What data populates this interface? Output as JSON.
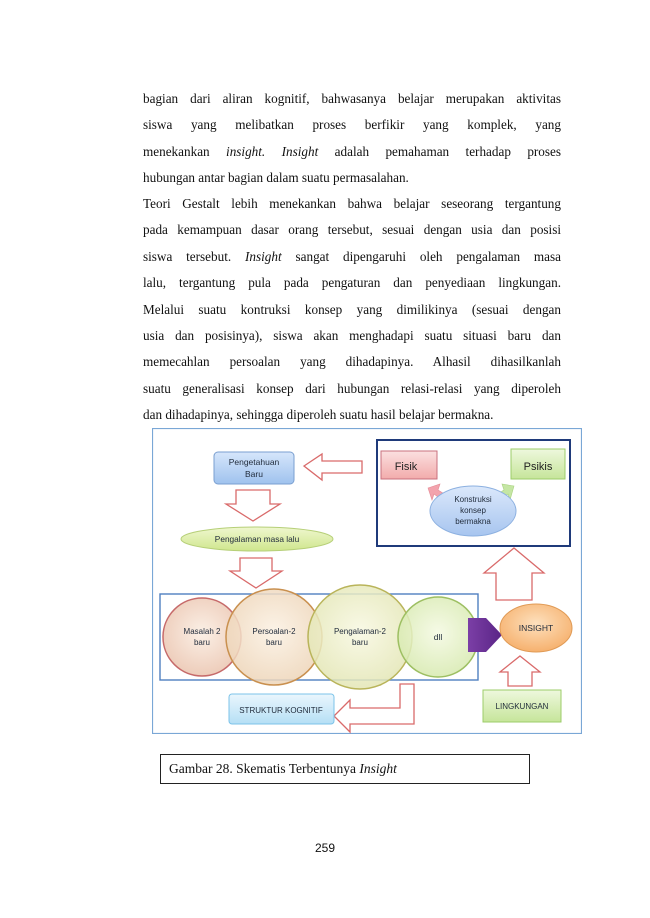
{
  "paragraph1": {
    "lines": [
      "bagian dari aliran kognitif, bahwasanya belajar merupakan aktivitas",
      "siswa yang melibatkan proses berfikir yang komplek, yang"
    ],
    "line3_a": "menekankan ",
    "line3_em1": "insight.",
    "line3_b": " ",
    "line3_em2": "Insight",
    "line3_c": " adalah pemahaman terhadap proses",
    "line4": "hubungan antar bagian dalam suatu permasalahan."
  },
  "paragraph2": {
    "line1": "Teori Gestalt lebih menekankan bahwa belajar seseorang tergantung",
    "line2": "pada kemampuan dasar orang tersebut, sesuai dengan usia dan posisi",
    "line3_a": "siswa tersebut. ",
    "line3_em": "Insight",
    "line3_b": " sangat dipengaruhi oleh pengalaman masa",
    "line4": "lalu, tergantung pula pada pengaturan dan penyediaan lingkungan.",
    "line5": "Melalui suatu kontruksi konsep yang dimilikinya (sesuai dengan",
    "line6": "usia dan posisinya), siswa  akan menghadapi suatu situasi baru dan",
    "line7": "memecahlan persoalan yang dihadapinya. Alhasil dihasilkanlah",
    "line8": "suatu generalisasi konsep dari hubungan relasi-relasi yang diperoleh",
    "line9": "dan dihadapinya, sehingga diperoleh suatu  hasil belajar bermakna."
  },
  "diagram": {
    "pengetahuan_line1": "Pengetahuan",
    "pengetahuan_line2": "Baru",
    "pengalaman": "Pengalaman masa lalu",
    "fisik": "Fisik",
    "psikis": "Psikis",
    "konstruksi_line1": "Konstruksi",
    "konstruksi_line2": "konsep",
    "konstruksi_line3": "bermakna",
    "masalah_line1": "Masalah 2",
    "masalah_line2": "baru",
    "persoalan_line1": "Persoalan-2",
    "persoalan_line2": "baru",
    "pengalaman2_line1": "Pengalaman-2",
    "pengalaman2_line2": "baru",
    "dll": "dll",
    "insight": "INSIGHT",
    "struktur": "STRUKTUR KOGNITIF",
    "lingkungan": "LINGKUNGAN"
  },
  "caption": {
    "prefix": "Gambar 28. Skematis Terbentunya ",
    "em": "Insight"
  },
  "page_number": "259"
}
